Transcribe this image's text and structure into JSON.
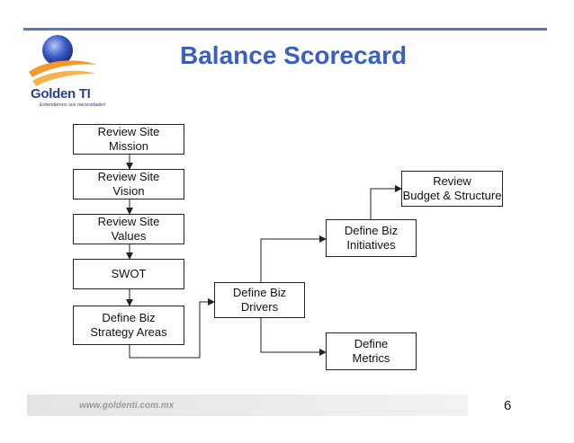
{
  "header": {
    "title": "Balance Scorecard",
    "logo_text": "Golden TI",
    "logo_tagline": "Extendemos sus necesidades",
    "accent_color": "#3a5fbf"
  },
  "diagram": {
    "boxes": {
      "mission": "Review Site\nMission",
      "vision": "Review Site\nVision",
      "values": "Review Site\nValues",
      "swot": "SWOT",
      "strategy_areas": "Define Biz\nStrategy Areas",
      "drivers": "Define Biz\nDrivers",
      "initiatives": "Define Biz\nInitiatives",
      "budget": "Review\nBudget & Structure",
      "metrics": "Define\nMetrics"
    }
  },
  "footer": {
    "url": "www.goldenti.com.mx",
    "page_number": "6"
  }
}
